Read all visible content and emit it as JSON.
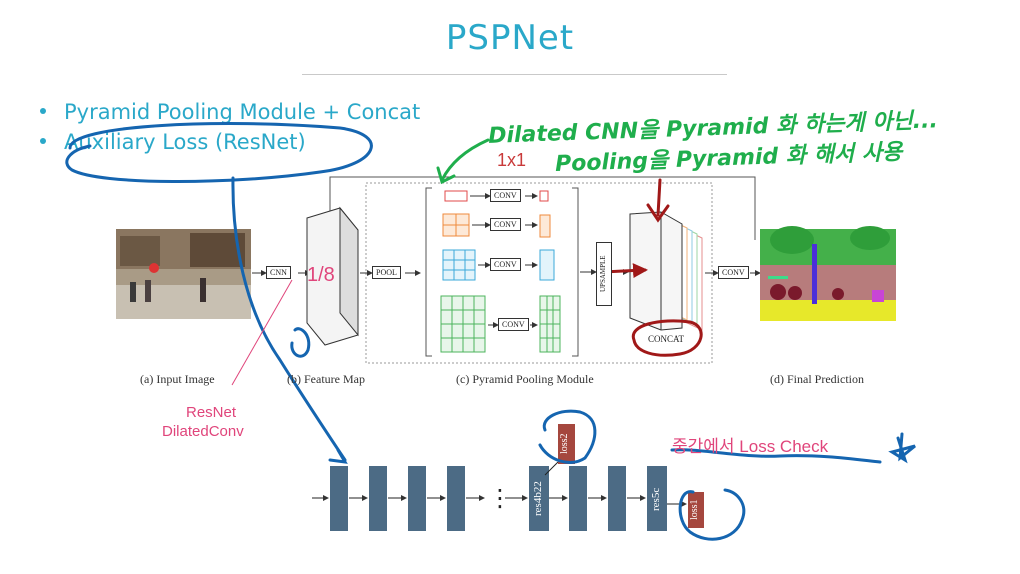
{
  "slide": {
    "title": "PSPNet",
    "bullets": [
      "Pyramid Pooling Module + Concat",
      "Auxiliary Loss (ResNet)"
    ]
  },
  "diagram": {
    "boxes": {
      "cnn": "CNN",
      "pool": "POOL",
      "conv": "CONV",
      "upsample": "UPSAMPLE",
      "concat": "CONCAT"
    },
    "captions": {
      "input": "(a) Input Image",
      "feature": "(b) Feature Map",
      "pyramid": "(c) Pyramid Pooling Module",
      "final": "(d) Final Prediction"
    }
  },
  "annotations": {
    "scale": "1/8",
    "pool_size": "1x1",
    "resnet_line1": "ResNet",
    "resnet_line2": "DilatedConv",
    "handwriting_line1": "Dilated CNN을 Pyramid 화 하는게 아닌...",
    "handwriting_line2": "Pooling을 Pyramid 화 해서 사용",
    "loss_check": "중간에서 Loss Check"
  },
  "resnet_blocks": {
    "res4b22": "res4b22",
    "res5c": "res5c",
    "loss1": "loss1",
    "loss2": "loss2",
    "ellipsis": "⋮"
  },
  "colors": {
    "title": "#2aa8c9",
    "pen_blue": "#1565b0",
    "pen_green": "#1fae4c",
    "pen_red": "#a01818",
    "pink": "#e0457b",
    "block": "#4c6b85",
    "loss": "#a5473e"
  }
}
